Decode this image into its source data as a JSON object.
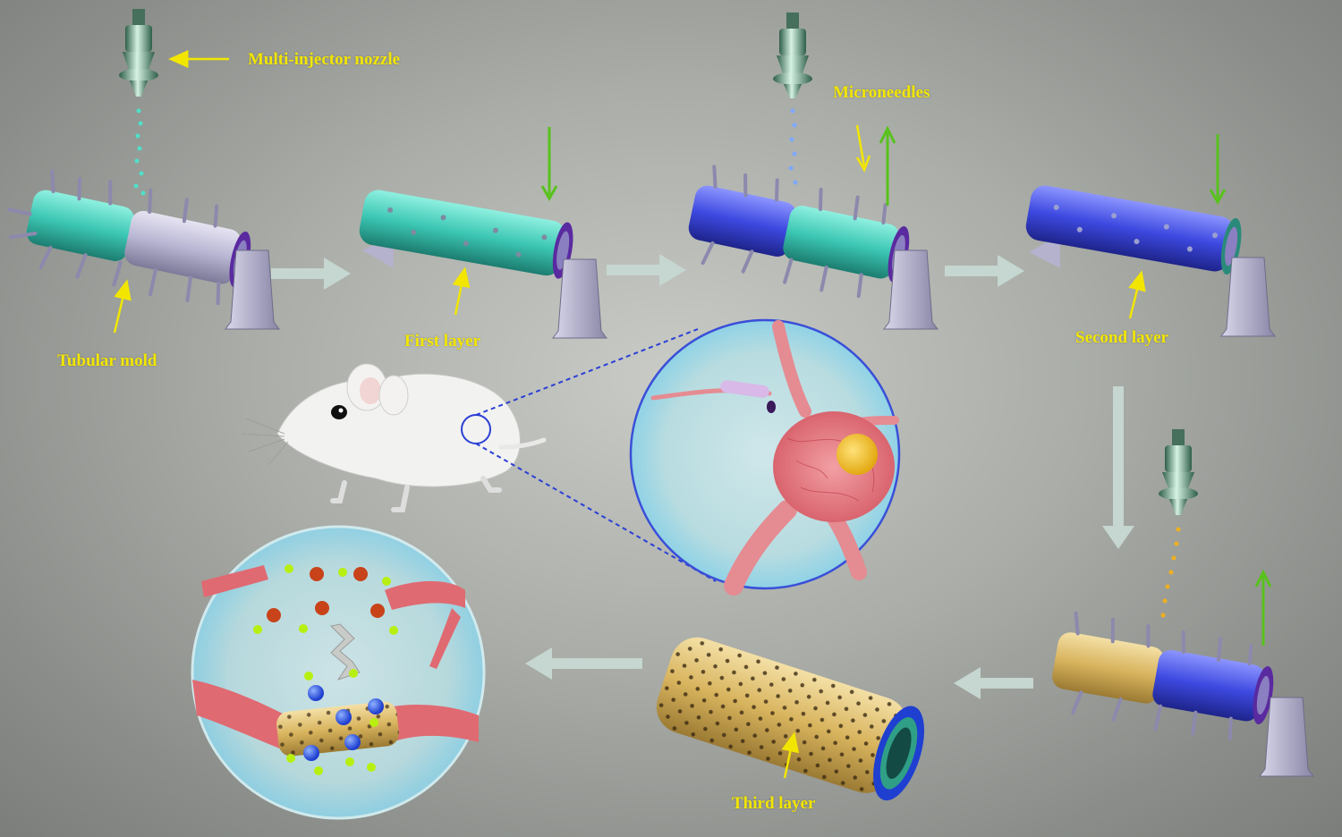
{
  "labels": {
    "nozzle": "Multi-injector nozzle",
    "microneedles": "Microneedles",
    "tubular_mold": "Tubular mold",
    "first_layer": "First layer",
    "second_layer": "Second layer",
    "third_layer": "Third layer"
  },
  "colors": {
    "label": "#f2e600",
    "first_layer": "#3cc7b4",
    "second_layer": "#3d49e0",
    "third_layer": "#d8b45e",
    "mold": "#b9b6d3",
    "process_arrow": "#c6d6d0",
    "motion_arrow": "#58c21c",
    "cell_body": "#e0707a",
    "nucleus": "#f0c020"
  },
  "icons": [
    "nozzle-icon",
    "tubular-mold-icon",
    "mouse-icon",
    "neuron-icon",
    "nerve-conduit-icon"
  ]
}
